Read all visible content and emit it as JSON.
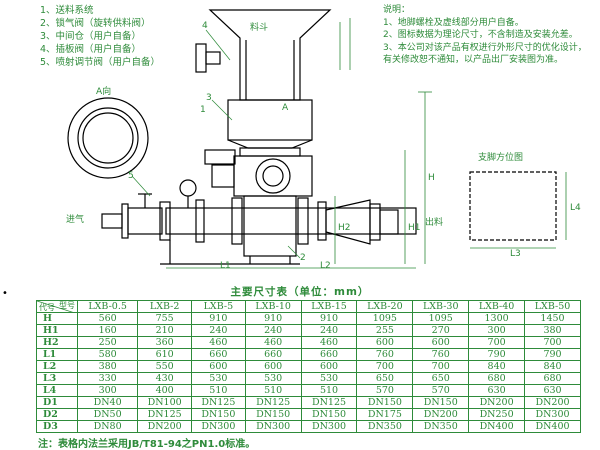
{
  "legend": [
    "1、送料系统",
    "2、锁气阀（旋转供料阀）",
    "3、中间仓（用户自备）",
    "4、插板阀（用户自备）",
    "5、喷射调节阀（用户自备）"
  ],
  "notes": {
    "heading": "说明：",
    "items": [
      "1、地脚螺栓及虚线部分用户自备。",
      "2、图标数据为理论尺寸，不含制造及安装允差。",
      "3、本公司对该产品有权进行外形尺寸的优化设计，有关修改恕不通知，以产品出厂安装图为准。"
    ]
  },
  "drawing_labels": {
    "hopper": "料斗",
    "view_a": "A向",
    "arrow_a": "A",
    "inlet_air": "进气",
    "outlet": "出料",
    "support": "支脚方位图",
    "h": "H",
    "h1": "H1",
    "h2": "H2",
    "l1": "L1",
    "l2": "L2",
    "l3": "L3",
    "l4": "L4",
    "n1": "1",
    "n2": "2",
    "n3": "3",
    "n4": "4",
    "n5": "5"
  },
  "table": {
    "title": "主要尺寸表（单位：mm）",
    "corner_model": "型号",
    "corner_code": "代号",
    "models": [
      "LXB-0.5",
      "LXB-2",
      "LXB-5",
      "LXB-10",
      "LXB-15",
      "LXB-20",
      "LXB-30",
      "LXB-40",
      "LXB-50"
    ],
    "rows": [
      {
        "code": "H",
        "values": [
          "560",
          "755",
          "910",
          "910",
          "910",
          "1095",
          "1095",
          "1300",
          "1450"
        ]
      },
      {
        "code": "H1",
        "values": [
          "160",
          "210",
          "240",
          "240",
          "240",
          "255",
          "270",
          "300",
          "380"
        ]
      },
      {
        "code": "H2",
        "values": [
          "250",
          "360",
          "460",
          "460",
          "460",
          "600",
          "600",
          "700",
          "700"
        ]
      },
      {
        "code": "L1",
        "values": [
          "580",
          "610",
          "660",
          "660",
          "660",
          "760",
          "760",
          "790",
          "790"
        ]
      },
      {
        "code": "L2",
        "values": [
          "380",
          "550",
          "600",
          "600",
          "600",
          "700",
          "700",
          "840",
          "840"
        ]
      },
      {
        "code": "L3",
        "values": [
          "330",
          "430",
          "530",
          "530",
          "530",
          "650",
          "650",
          "680",
          "680"
        ]
      },
      {
        "code": "L4",
        "values": [
          "300",
          "400",
          "510",
          "510",
          "510",
          "570",
          "570",
          "630",
          "630"
        ]
      },
      {
        "code": "D1",
        "values": [
          "DN40",
          "DN100",
          "DN125",
          "DN125",
          "DN125",
          "DN150",
          "DN150",
          "DN200",
          "DN200"
        ]
      },
      {
        "code": "D2",
        "values": [
          "DN50",
          "DN125",
          "DN150",
          "DN150",
          "DN150",
          "DN175",
          "DN200",
          "DN250",
          "DN300"
        ]
      },
      {
        "code": "D3",
        "values": [
          "DN80",
          "DN200",
          "DN300",
          "DN300",
          "DN300",
          "DN350",
          "DN350",
          "DN400",
          "DN400"
        ]
      }
    ]
  },
  "footnote": "注：表格内法兰采用JB/T81-94之PN1.0标准。",
  "bullet": "•"
}
